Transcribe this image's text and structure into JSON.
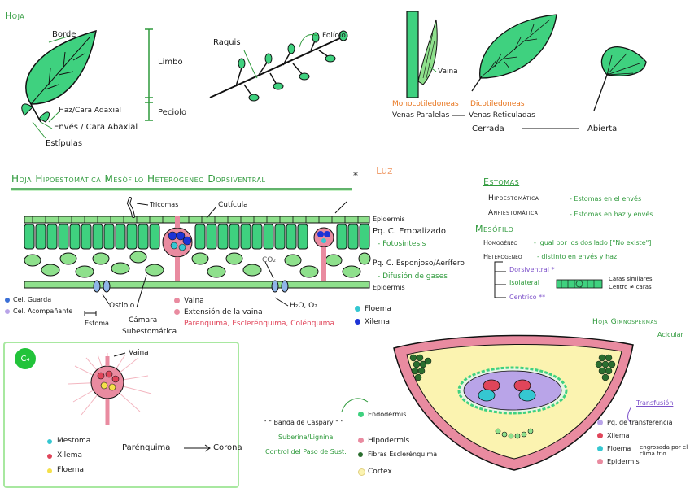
{
  "top": {
    "hoja": "Hoja",
    "borde": "Borde",
    "limbo": "Limbo",
    "peciolo": "Peciolo",
    "haz": "Haz/Cara Adaxial",
    "enves": "Envés / Cara Abaxial",
    "estipulas": "Estípulas",
    "raquis": "Raquis",
    "foliolo": "Folíolo",
    "vaina": "Vaina",
    "monocot": "Monocotiledoneas",
    "dicot": "Dicotiledoneas",
    "venas_paralelas": "Venas Paralelas",
    "venas_reticuladas": "Venas Reticuladas",
    "cerrada": "Cerrada",
    "abierta": "Abierta"
  },
  "section": {
    "title": "Hoja Hipoestomática Mesófilo Heterogeneo Dorsiventral",
    "asterisk": "*",
    "luz": "Luz",
    "tricomas": "Tricomas",
    "cuticula": "Cutícula",
    "epidermis_top": "Epidermis",
    "pq_empalizado": "Pq. C. Empalizado",
    "fotosintesis": "- Fotosíntesis",
    "pq_esponjoso": "Pq. C. Esponjoso/Aerífero",
    "difusion": "- Difusión de gases",
    "epidermis_bottom": "Epidermis",
    "co2": "CO₂",
    "h2o_o2": "H₂O, O₂",
    "cel_guarda": "Cel. Guarda",
    "cel_acompanante": "Cel. Acompañante",
    "ostiolo": "Ostiolo",
    "estoma": "Estoma",
    "camara": "Cámara",
    "subestomatica": "Subestomática",
    "vaina": "Vaina",
    "extension": "Extensión de la vaina",
    "tejidos_vaina": "Parenquima, Esclerénquima, Colénquima",
    "floema": "Floema",
    "xilema": "Xilema"
  },
  "estomas": {
    "title": "Estomas",
    "hipo": "Hipoestomática",
    "hipo_desc": "- Estomas en el envés",
    "anfi": "Anfiestomática",
    "anfi_desc": "- Estomas en haz y envés"
  },
  "mesofilo": {
    "title": "Mesófilo",
    "homogeneo": "Homogéneo",
    "homogeneo_desc": "- igual por los dos lado [\"No existe\"]",
    "heterogeneo": "Heterogeneo",
    "heterogeneo_desc": "- distinto en envés y haz",
    "dorsiventral": "Dorsiventral *",
    "isolateral": "Isolateral",
    "caras_similares": "Caras similares",
    "centro": "Centro ≠ caras",
    "centrico": "Centrico **"
  },
  "c4": {
    "badge": "C₄",
    "vaina": "Vaina",
    "mestoma": "Mestoma",
    "xilema": "Xilema",
    "floema": "Floema",
    "parenquima": "Parénquima",
    "corona": "Corona"
  },
  "gimno": {
    "title": "Hoja Gimnospermas",
    "subtitle": "Acicular",
    "banda": "\" \" Banda de Caspary \" \"",
    "suberina": "Suberina/Lignina",
    "control": "Control del Paso de Sust.",
    "endodermis": "Endodermis",
    "hipodermis": "Hipodermis",
    "fibras": "Fibras Esclerénquima",
    "cortex": "Cortex",
    "transfusion": "Transfusión",
    "pq_transf": "Pq. de transferencia",
    "xilema": "Xilema",
    "floema": "Floema",
    "epidermis": "Epidermis",
    "engrosada": "engrosada por el clima frío"
  },
  "colors": {
    "leaf_fill": "#3fd17f",
    "leaf_light": "#8ee08c",
    "floema": "#35c7d1",
    "xilema": "#1d33d6",
    "vaina": "#e98ba0",
    "red": "#e0455a",
    "cortex_yellow": "#fbf3b0",
    "purple_phloem": "#b9a4e8"
  }
}
